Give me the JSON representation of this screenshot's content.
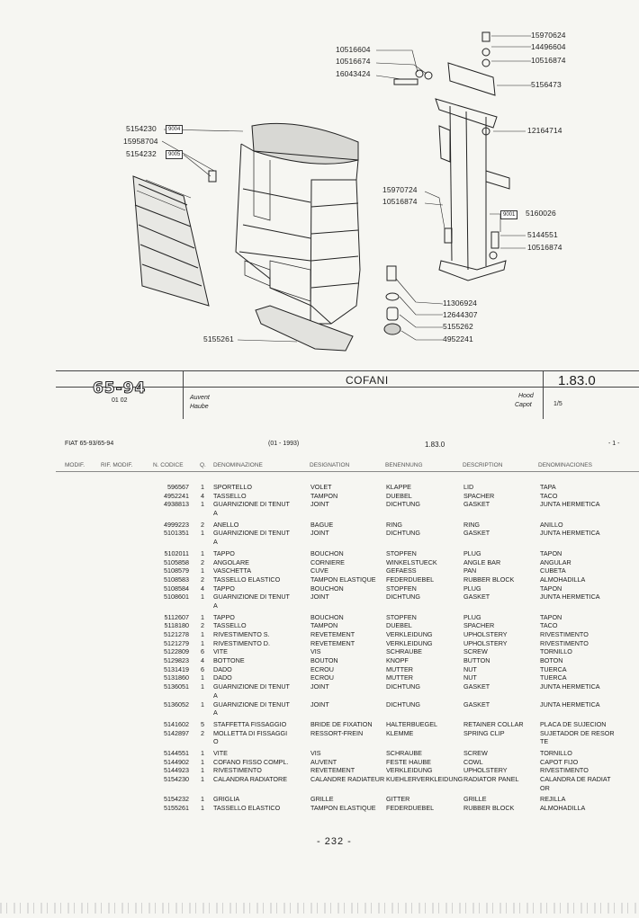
{
  "diagram": {
    "callouts": [
      "15970624",
      "14496604",
      "10516874",
      "5156473",
      "10516604",
      "10516674",
      "16043424",
      "12164714",
      "5154230",
      "15958704",
      "5154232",
      "15970724",
      "10516874",
      "5160026",
      "5144551",
      "10516874",
      "11306924",
      "12644307",
      "5155262",
      "4952241",
      "5155261"
    ],
    "boxed_tags": [
      "9004",
      "9005",
      "9001"
    ]
  },
  "header": {
    "model_logo": "65-94",
    "model_date": "01 02",
    "title": "COFANI",
    "section_code": "1.83.0",
    "lang_left": [
      "Auvent",
      "Haube"
    ],
    "lang_right": [
      "Hood",
      "Capot"
    ],
    "page_ratio": "1/5"
  },
  "table_meta": {
    "model": "FIAT 65-93/65-94",
    "date": "(01 - 1993)",
    "section": "1.83.0",
    "page": "- 1 -"
  },
  "column_headers": [
    "MODIF.",
    "RIF. MODIF.",
    "N. CODICE",
    "Q.",
    "DENOMINAZIONE",
    "DESIGNATION",
    "BENENNUNG",
    "DESCRIPTION",
    "DENOMINACIONES"
  ],
  "parts": [
    {
      "code": "596567",
      "qty": "1",
      "it": "SPORTELLO",
      "fr": "VOLET",
      "de": "KLAPPE",
      "en": "LID",
      "es": "TAPA"
    },
    {
      "code": "4952241",
      "qty": "4",
      "it": "TASSELLO",
      "fr": "TAMPON",
      "de": "DUEBEL",
      "en": "SPACHER",
      "es": "TACO"
    },
    {
      "code": "4938813",
      "qty": "1",
      "it": "GUARNIZIONE DI TENUT",
      "fr": "JOINT",
      "de": "DICHTUNG",
      "en": "GASKET",
      "es": "JUNTA HERMETICA"
    },
    {
      "code": "",
      "qty": "",
      "it": "A",
      "fr": "",
      "de": "",
      "en": "",
      "es": ""
    },
    {
      "code": "4999223",
      "qty": "2",
      "it": "ANELLO",
      "fr": "BAGUE",
      "de": "RING",
      "en": "RING",
      "es": "ANILLO"
    },
    {
      "code": "5101351",
      "qty": "1",
      "it": "GUARNIZIONE DI TENUT",
      "fr": "JOINT",
      "de": "DICHTUNG",
      "en": "GASKET",
      "es": "JUNTA HERMETICA"
    },
    {
      "code": "",
      "qty": "",
      "it": "A",
      "fr": "",
      "de": "",
      "en": "",
      "es": ""
    },
    {
      "code": "5102011",
      "qty": "1",
      "it": "TAPPO",
      "fr": "BOUCHON",
      "de": "STOPFEN",
      "en": "PLUG",
      "es": "TAPON"
    },
    {
      "code": "5105858",
      "qty": "2",
      "it": "ANGOLARE",
      "fr": "CORNIERE",
      "de": "WINKELSTUECK",
      "en": "ANGLE BAR",
      "es": "ANGULAR"
    },
    {
      "code": "5108579",
      "qty": "1",
      "it": "VASCHETTA",
      "fr": "CUVE",
      "de": "GEFAESS",
      "en": "PAN",
      "es": "CUBETA"
    },
    {
      "code": "5108583",
      "qty": "2",
      "it": "TASSELLO ELASTICO",
      "fr": "TAMPON ELASTIQUE",
      "de": "FEDERDUEBEL",
      "en": "RUBBER BLOCK",
      "es": "ALMOHADILLA"
    },
    {
      "code": "5108584",
      "qty": "4",
      "it": "TAPPO",
      "fr": "BOUCHON",
      "de": "STOPFEN",
      "en": "PLUG",
      "es": "TAPON"
    },
    {
      "code": "5108601",
      "qty": "1",
      "it": "GUARNIZIONE DI TENUT",
      "fr": "JOINT",
      "de": "DICHTUNG",
      "en": "GASKET",
      "es": "JUNTA HERMETICA"
    },
    {
      "code": "",
      "qty": "",
      "it": "A",
      "fr": "",
      "de": "",
      "en": "",
      "es": ""
    },
    {
      "code": "5112607",
      "qty": "1",
      "it": "TAPPO",
      "fr": "BOUCHON",
      "de": "STOPFEN",
      "en": "PLUG",
      "es": "TAPON"
    },
    {
      "code": "5118180",
      "qty": "2",
      "it": "TASSELLO",
      "fr": "TAMPON",
      "de": "DUEBEL",
      "en": "SPACHER",
      "es": "TACO"
    },
    {
      "code": "5121278",
      "qty": "1",
      "it": "RIVESTIMENTO S.",
      "fr": "REVETEMENT",
      "de": "VERKLEIDUNG",
      "en": "UPHOLSTERY",
      "es": "RIVESTIMENTO"
    },
    {
      "code": "5121279",
      "qty": "1",
      "it": "RIVESTIMENTO D.",
      "fr": "REVETEMENT",
      "de": "VERKLEIDUNG",
      "en": "UPHOLSTERY",
      "es": "RIVESTIMENTO"
    },
    {
      "code": "5122809",
      "qty": "6",
      "it": "VITE",
      "fr": "VIS",
      "de": "SCHRAUBE",
      "en": "SCREW",
      "es": "TORNILLO"
    },
    {
      "code": "5129823",
      "qty": "4",
      "it": "BOTTONE",
      "fr": "BOUTON",
      "de": "KNOPF",
      "en": "BUTTON",
      "es": "BOTON"
    },
    {
      "code": "5131419",
      "qty": "6",
      "it": "DADO",
      "fr": "ECROU",
      "de": "MUTTER",
      "en": "NUT",
      "es": "TUERCA"
    },
    {
      "code": "5131860",
      "qty": "1",
      "it": "DADO",
      "fr": "ECROU",
      "de": "MUTTER",
      "en": "NUT",
      "es": "TUERCA"
    },
    {
      "code": "5136051",
      "qty": "1",
      "it": "GUARNIZIONE DI TENUT",
      "fr": "JOINT",
      "de": "DICHTUNG",
      "en": "GASKET",
      "es": "JUNTA HERMETICA"
    },
    {
      "code": "",
      "qty": "",
      "it": "A",
      "fr": "",
      "de": "",
      "en": "",
      "es": ""
    },
    {
      "code": "5136052",
      "qty": "1",
      "it": "GUARNIZIONE DI TENUT",
      "fr": "JOINT",
      "de": "DICHTUNG",
      "en": "GASKET",
      "es": "JUNTA HERMETICA"
    },
    {
      "code": "",
      "qty": "",
      "it": "A",
      "fr": "",
      "de": "",
      "en": "",
      "es": ""
    },
    {
      "code": "5141602",
      "qty": "5",
      "it": "STAFFETTA FISSAGGIO",
      "fr": "BRIDE DE FIXATION",
      "de": "HALTERBUEGEL",
      "en": "RETAINER COLLAR",
      "es": "PLACA DE SUJECION"
    },
    {
      "code": "5142897",
      "qty": "2",
      "it": "MOLLETTA DI FISSAGGI",
      "fr": "RESSORT-FREIN",
      "de": "KLEMME",
      "en": "SPRING CLIP",
      "es": "SUJETADOR DE RESOR"
    },
    {
      "code": "",
      "qty": "",
      "it": "O",
      "fr": "",
      "de": "",
      "en": "",
      "es": "TE"
    },
    {
      "code": "5144551",
      "qty": "1",
      "it": "VITE",
      "fr": "VIS",
      "de": "SCHRAUBE",
      "en": "SCREW",
      "es": "TORNILLO"
    },
    {
      "code": "5144902",
      "qty": "1",
      "it": "COFANO FISSO COMPL.",
      "fr": "AUVENT",
      "de": "FESTE HAUBE",
      "en": "COWL",
      "es": "CAPOT FIJO"
    },
    {
      "code": "5144923",
      "qty": "1",
      "it": "RIVESTIMENTO",
      "fr": "REVETEMENT",
      "de": "VERKLEIDUNG",
      "en": "UPHOLSTERY",
      "es": "RIVESTIMENTO"
    },
    {
      "code": "5154230",
      "qty": "1",
      "it": "CALANDRA RADIATORE",
      "fr": "CALANDRE RADIATEUR",
      "de": "KUEHLERVERKLEIDUNG",
      "en": "RADIATOR PANEL",
      "es": "CALANDRA DE RADIAT"
    },
    {
      "code": "",
      "qty": "",
      "it": "",
      "fr": "",
      "de": "",
      "en": "",
      "es": "OR"
    },
    {
      "code": "5154232",
      "qty": "1",
      "it": "GRIGLIA",
      "fr": "GRILLE",
      "de": "GITTER",
      "en": "GRILLE",
      "es": "REJILLA"
    },
    {
      "code": "5155261",
      "qty": "1",
      "it": "TASSELLO ELASTICO",
      "fr": "TAMPON ELASTIQUE",
      "de": "FEDERDUEBEL",
      "en": "RUBBER BLOCK",
      "es": "ALMOHADILLA"
    }
  ],
  "page_number": "- 232 -"
}
